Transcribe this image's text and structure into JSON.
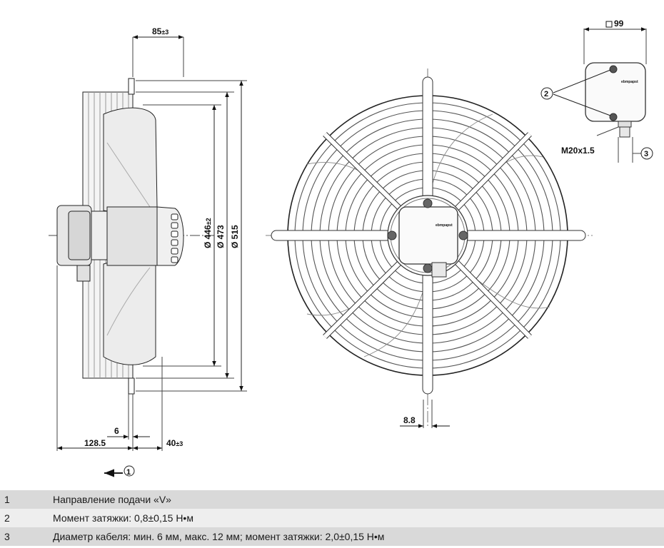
{
  "dimensions": {
    "d85": "85",
    "d85_tol": "±3",
    "dia446": "Ø 446",
    "dia446_tol": "±2",
    "dia473": "Ø 473",
    "dia515": "Ø 515",
    "d6": "6",
    "d128": "128.5",
    "d40": "40",
    "d40_tol": "±3",
    "d8_8": "8.8",
    "box99": "99",
    "thread": "M20x1.5"
  },
  "callouts": {
    "c1": "1",
    "c2": "2",
    "c3": "3"
  },
  "brand_label": "ebmpapst",
  "legend": [
    {
      "num": "1",
      "text": "Направление подачи «V»"
    },
    {
      "num": "2",
      "text": "Момент затяжки: 0,8±0,15 Н•м"
    },
    {
      "num": "3",
      "text": "Диаметр кабеля: мин. 6 мм, макс. 12 мм; момент затяжки: 2,0±0,15 Н•м"
    }
  ]
}
